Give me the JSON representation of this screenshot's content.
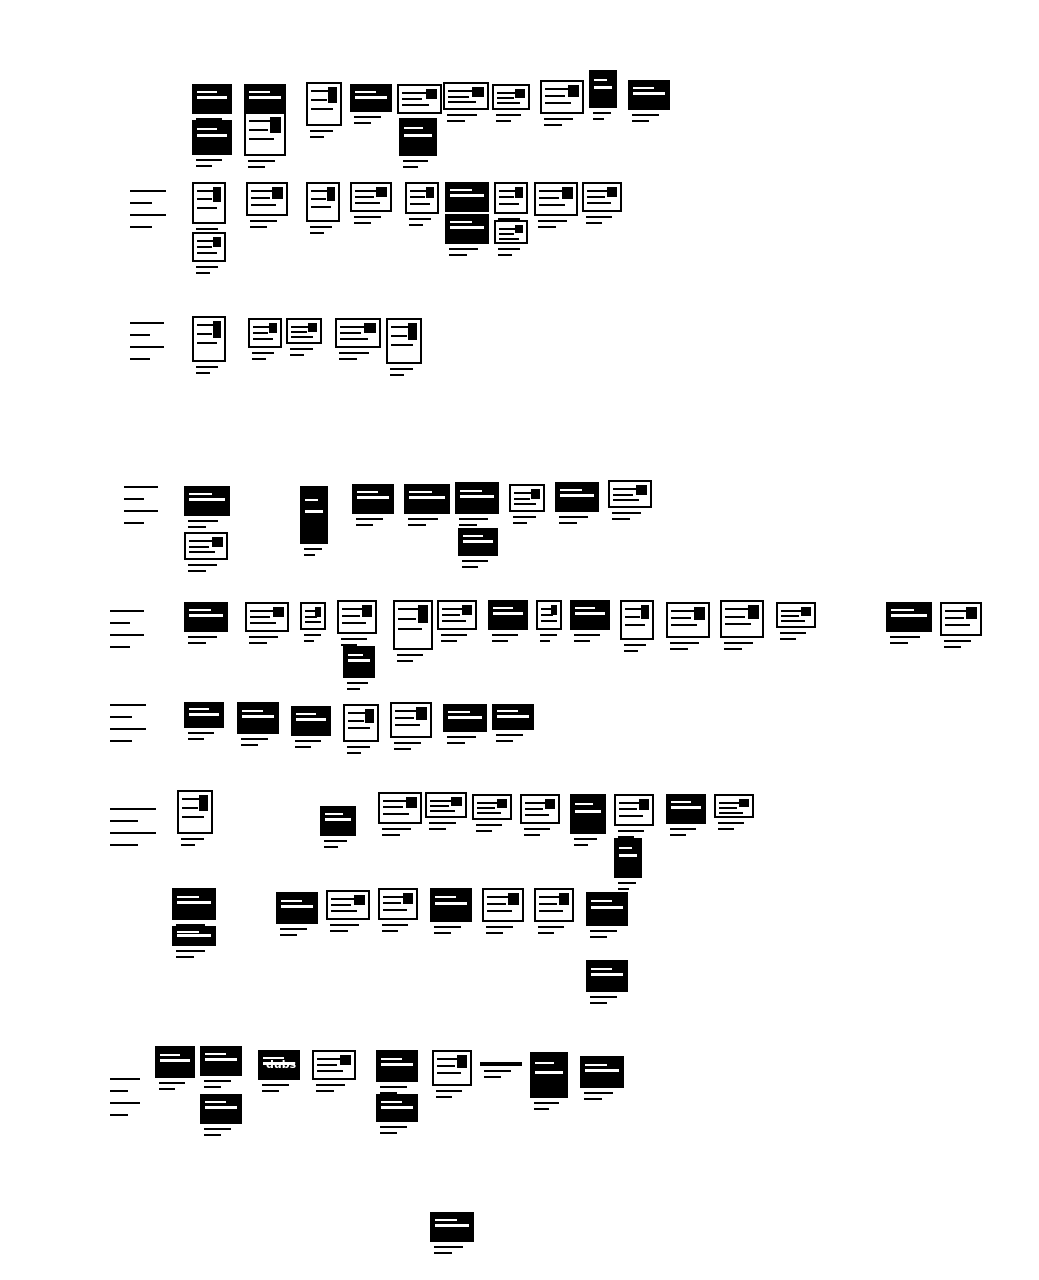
{
  "title": "",
  "featured": {
    "label": "dubs"
  },
  "rows": [
    {
      "id": "row-1",
      "frames": [
        {
          "id": "r1f1"
        },
        {
          "id": "r1f2"
        },
        {
          "id": "r1f3"
        },
        {
          "id": "r1f4"
        },
        {
          "id": "r1f5"
        },
        {
          "id": "r1f6"
        },
        {
          "id": "r1f7"
        },
        {
          "id": "r1f8"
        },
        {
          "id": "r1f9"
        },
        {
          "id": "r1f10"
        },
        {
          "id": "r1f11"
        },
        {
          "id": "r1f12"
        },
        {
          "id": "r1f13"
        }
      ]
    },
    {
      "id": "row-2",
      "frames": [
        {
          "id": "r2f1"
        },
        {
          "id": "r2f2"
        },
        {
          "id": "r2f3"
        },
        {
          "id": "r2f4"
        },
        {
          "id": "r2f5"
        },
        {
          "id": "r2f6"
        },
        {
          "id": "r2f7"
        },
        {
          "id": "r2f8"
        },
        {
          "id": "r2f9"
        },
        {
          "id": "r2f10"
        },
        {
          "id": "r2f11"
        },
        {
          "id": "r2f12"
        }
      ]
    },
    {
      "id": "row-3",
      "frames": [
        {
          "id": "r3f1"
        },
        {
          "id": "r3f2"
        },
        {
          "id": "r3f3"
        },
        {
          "id": "r3f4"
        },
        {
          "id": "r3f5"
        }
      ]
    },
    {
      "id": "row-4",
      "frames": [
        {
          "id": "r4f1"
        },
        {
          "id": "r4f2"
        },
        {
          "id": "r4f3"
        },
        {
          "id": "r4f4"
        },
        {
          "id": "r4f5"
        },
        {
          "id": "r4f6"
        },
        {
          "id": "r4f7"
        },
        {
          "id": "r4f8"
        },
        {
          "id": "r4f9"
        },
        {
          "id": "r4f10"
        },
        {
          "id": "r4f11"
        }
      ]
    },
    {
      "id": "row-5",
      "frames": [
        {
          "id": "r5f1"
        },
        {
          "id": "r5f2"
        },
        {
          "id": "r5f3"
        },
        {
          "id": "r5f4"
        },
        {
          "id": "r5f5"
        },
        {
          "id": "r5f6"
        },
        {
          "id": "r5f7"
        },
        {
          "id": "r5f8"
        },
        {
          "id": "r5f9"
        },
        {
          "id": "r5f10"
        },
        {
          "id": "r5f11"
        },
        {
          "id": "r5f12"
        },
        {
          "id": "r5f13"
        },
        {
          "id": "r5f14"
        },
        {
          "id": "r5f15"
        },
        {
          "id": "r5f16"
        }
      ]
    },
    {
      "id": "row-6",
      "frames": [
        {
          "id": "r6f1"
        },
        {
          "id": "r6f2"
        },
        {
          "id": "r6f3"
        },
        {
          "id": "r6f4"
        },
        {
          "id": "r6f5"
        },
        {
          "id": "r6f6"
        },
        {
          "id": "r6f7"
        }
      ]
    },
    {
      "id": "row-7",
      "frames": [
        {
          "id": "r7f1"
        },
        {
          "id": "r7f2"
        },
        {
          "id": "r7f3"
        },
        {
          "id": "r7f4"
        },
        {
          "id": "r7f5"
        },
        {
          "id": "r7f6"
        },
        {
          "id": "r7f7"
        },
        {
          "id": "r7f8"
        },
        {
          "id": "r7f9"
        },
        {
          "id": "r7f10"
        },
        {
          "id": "r7f11"
        }
      ]
    },
    {
      "id": "row-8",
      "frames": [
        {
          "id": "r8f1"
        },
        {
          "id": "r8f2"
        },
        {
          "id": "r8f3"
        },
        {
          "id": "r8f4"
        },
        {
          "id": "r8f5"
        },
        {
          "id": "r8f6"
        },
        {
          "id": "r8f7"
        },
        {
          "id": "r8f8"
        },
        {
          "id": "r8f9"
        },
        {
          "id": "r8f10"
        }
      ]
    },
    {
      "id": "row-9",
      "frames": [
        {
          "id": "r9f1"
        },
        {
          "id": "r9f2"
        },
        {
          "id": "r9f3"
        },
        {
          "id": "r9f4"
        },
        {
          "id": "r9f5"
        },
        {
          "id": "r9f6"
        },
        {
          "id": "r9f7"
        },
        {
          "id": "r9f8"
        },
        {
          "id": "r9f9"
        },
        {
          "id": "r9f10"
        },
        {
          "id": "r9f11"
        },
        {
          "id": "r9f12"
        }
      ]
    }
  ]
}
